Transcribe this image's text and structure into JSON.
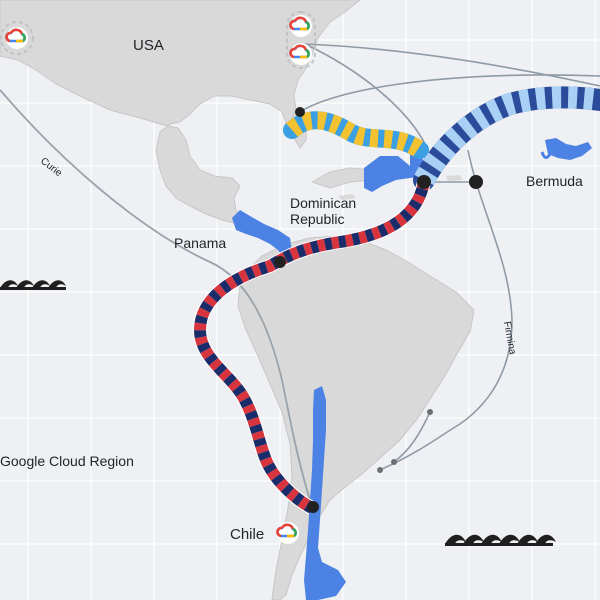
{
  "labels": {
    "usa": "USA",
    "dominican_republic_line1": "Dominican",
    "dominican_republic_line2": "Republic",
    "panama": "Panama",
    "bermuda": "Bermuda",
    "chile": "Chile",
    "curie": "Curie",
    "firmina": "Firmina",
    "legend_region": "Google Cloud Region"
  },
  "colors": {
    "ocean": "#eef0f3",
    "grid": "#ffffff",
    "land": "#d9d9d9",
    "land_stroke": "#c7c7c7",
    "highlight_country": "#4c82e4",
    "cable_existing": "#8f9aa5",
    "cable_curie_firmina": "#9aa3ab",
    "node": "#212121",
    "humboldt_red": "#d8343d",
    "humboldt_navy": "#1b2c6b",
    "nuvem_light": "#a9d0f5",
    "nuvem_dark": "#2b4c9a",
    "caribbean_yellow": "#f2c230",
    "caribbean_blue": "#3aa0e3",
    "wave": "#1f1f1f"
  },
  "icons": [
    "google-cloud-icon",
    "wave-icon"
  ]
}
